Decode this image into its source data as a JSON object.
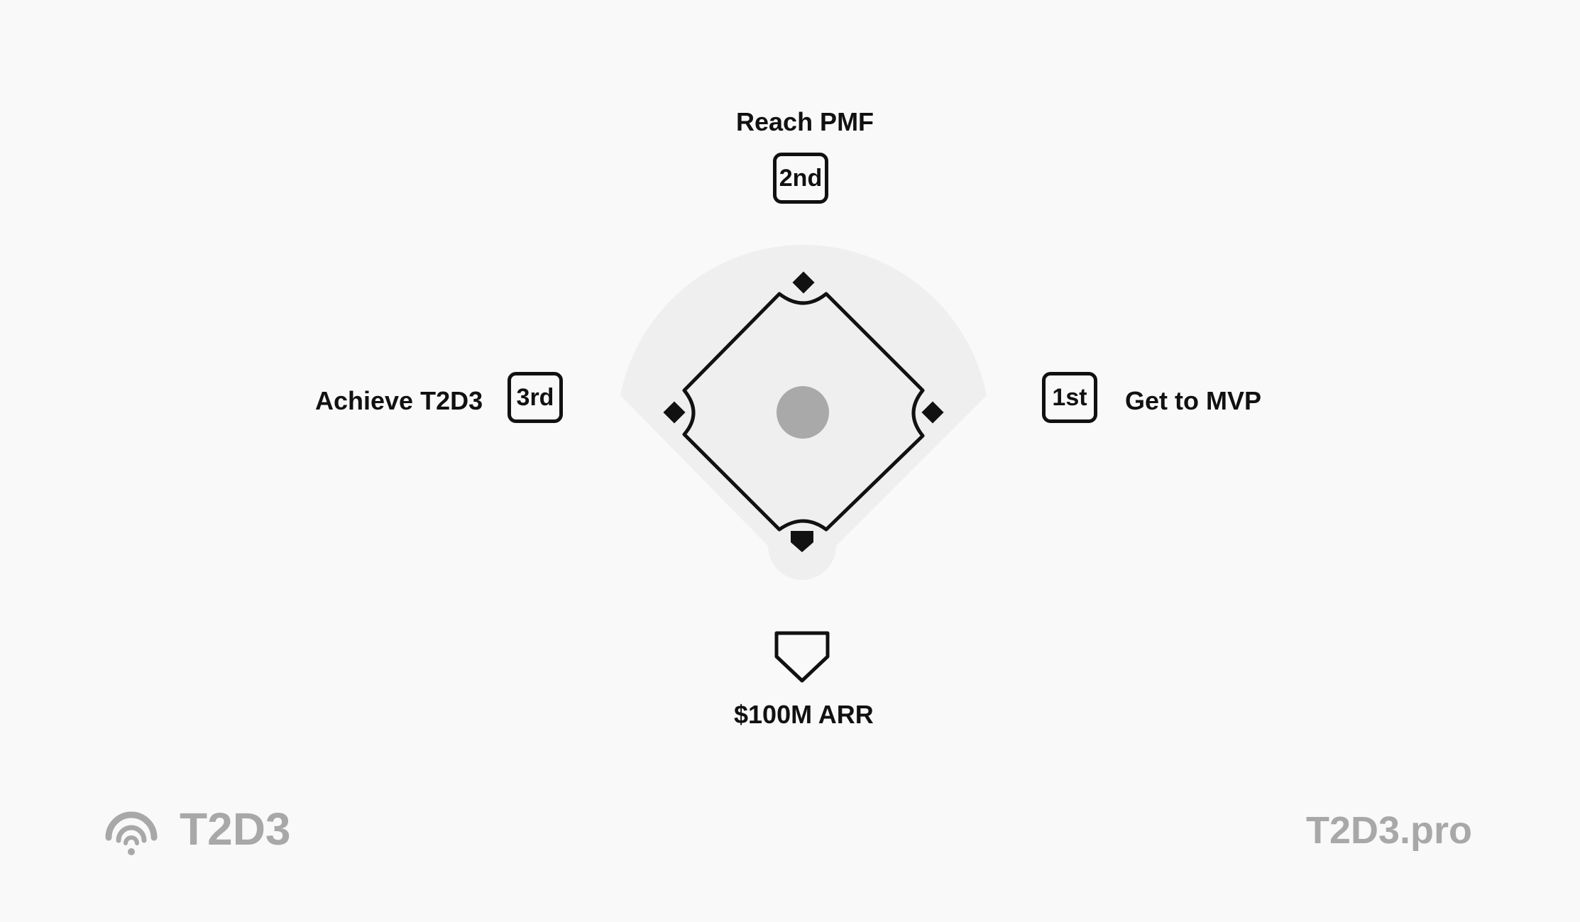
{
  "bases": {
    "second": {
      "badge": "2nd",
      "label": "Reach PMF"
    },
    "first": {
      "badge": "1st",
      "label": "Get to MVP"
    },
    "third": {
      "badge": "3rd",
      "label": "Achieve T2D3"
    },
    "home": {
      "label": "$100M ARR"
    }
  },
  "brand": {
    "name": "T2D3",
    "site": "T2D3.pro",
    "icon": "signal-arc-icon"
  },
  "colors": {
    "background": "#f9f9f9",
    "field": "#efefef",
    "stroke": "#111111",
    "mound": "#a9a9a9",
    "brand": "#a8a8a8"
  }
}
